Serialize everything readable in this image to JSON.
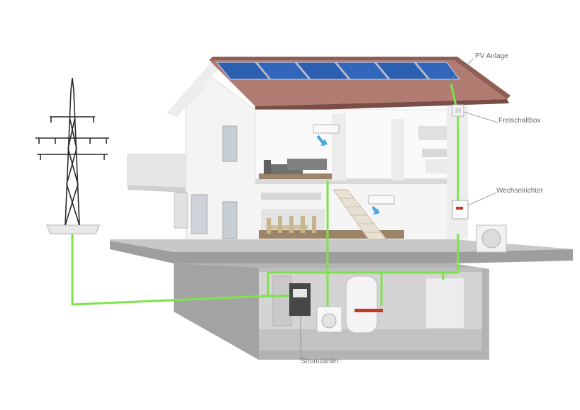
{
  "labels": {
    "pv_anlage": "PV Anlage",
    "freischaltbox": "Freischaltbox",
    "wechselrichter": "Wechselrichter",
    "stromzaehler": "Stromzähler"
  },
  "colors": {
    "cable": "#7ee34b",
    "roof": "#a8746a",
    "solar_panel": "#2d5fb0",
    "wall": "#f2f2f2",
    "concrete": "#b9b9b9",
    "pylon": "#2a2a2a"
  },
  "icons": [
    "power-pylon-icon",
    "solar-panel-icon",
    "air-conditioner-icon",
    "heat-pump-icon",
    "washing-machine-icon",
    "boiler-icon",
    "electricity-meter-icon",
    "inverter-icon",
    "sofa-icon",
    "dining-table-icon",
    "staircase-icon"
  ]
}
